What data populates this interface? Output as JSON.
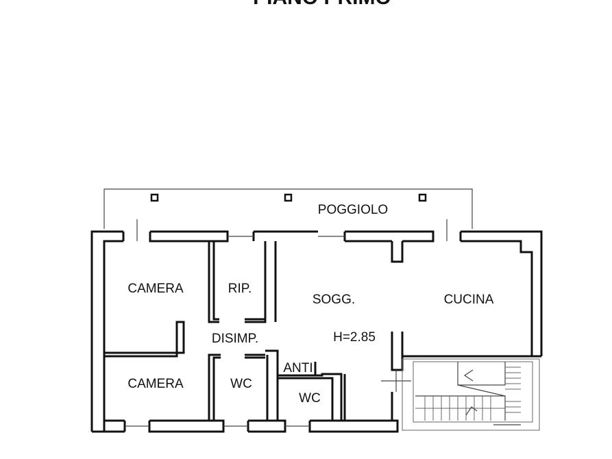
{
  "plan": {
    "title": "PIANO PRIMO",
    "rooms": {
      "balcony": "POGGIOLO",
      "bedroom_top": "CAMERA",
      "storage": "RIP.",
      "living": "SOGG.",
      "kitchen": "CUCINA",
      "hallway": "DISIMP.",
      "ceiling_height": "H=2.85",
      "bedroom_bottom": "CAMERA",
      "wc_left": "WC",
      "antibath": "ANTI",
      "wc_right": "WC"
    }
  }
}
